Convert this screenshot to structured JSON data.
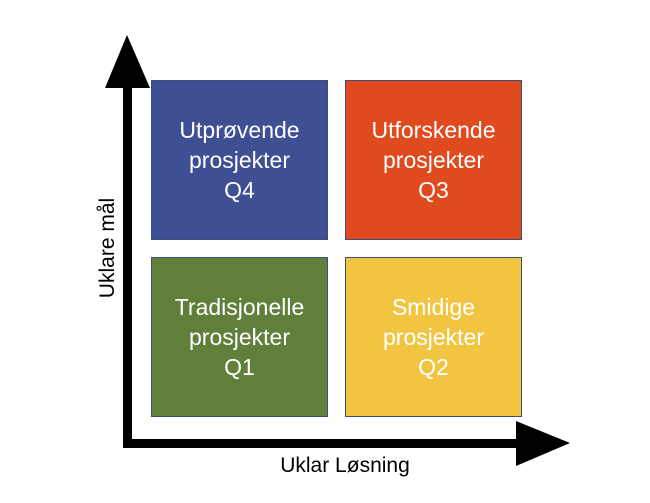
{
  "diagram": {
    "x_axis_label": "Uklar Løsning",
    "y_axis_label": "Uklare mål",
    "quadrants": {
      "q4": {
        "line1": "Utprøvende",
        "line2": "prosjekter",
        "line3": "Q4",
        "color": "#3f4f94"
      },
      "q3": {
        "line1": "Utforskende",
        "line2": "prosjekter",
        "line3": "Q3",
        "color": "#e04a1f"
      },
      "q1": {
        "line1": "Tradisjonelle",
        "line2": "prosjekter",
        "line3": "Q1",
        "color": "#5f7f3b"
      },
      "q2": {
        "line1": "Smidige",
        "line2": "prosjekter",
        "line3": "Q2",
        "color": "#f1c542"
      }
    },
    "axis_color": "#000000"
  }
}
